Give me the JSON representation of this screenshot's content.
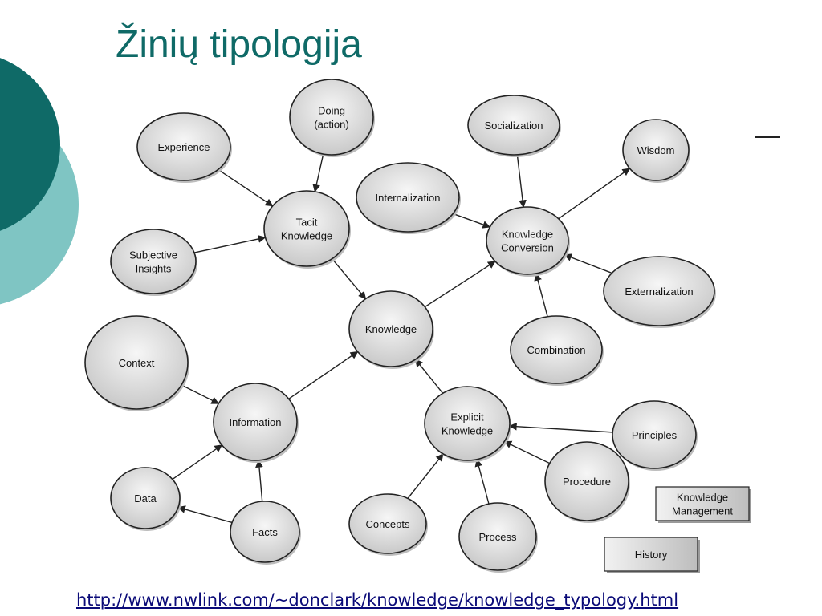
{
  "slide": {
    "title": "Žinių tipologija",
    "link": "http://www.nwlink.com/~donclark/knowledge/knowledge_typology.html"
  },
  "colors": {
    "title": "#0f6a67",
    "deco_dark": "#0f6a67",
    "deco_light": "#7fc5c3",
    "node_fill_center": "#f6f6f6",
    "node_fill_edge": "#c9c9c9"
  },
  "diagram": {
    "nodes": [
      {
        "id": "doing",
        "lines": [
          "Doing",
          "(action)"
        ]
      },
      {
        "id": "experience",
        "lines": [
          "Experience"
        ]
      },
      {
        "id": "tacit",
        "lines": [
          "Tacit",
          "Knowledge"
        ]
      },
      {
        "id": "subjective",
        "lines": [
          "Subjective",
          "Insights"
        ]
      },
      {
        "id": "socialization",
        "lines": [
          "Socialization"
        ]
      },
      {
        "id": "wisdom",
        "lines": [
          "Wisdom"
        ]
      },
      {
        "id": "internalization",
        "lines": [
          "Internalization"
        ]
      },
      {
        "id": "conversion",
        "lines": [
          "Knowledge",
          "Conversion"
        ]
      },
      {
        "id": "externalization",
        "lines": [
          "Externalization"
        ]
      },
      {
        "id": "knowledge",
        "lines": [
          "Knowledge"
        ]
      },
      {
        "id": "combination",
        "lines": [
          "Combination"
        ]
      },
      {
        "id": "context",
        "lines": [
          "Context"
        ]
      },
      {
        "id": "information",
        "lines": [
          "Information"
        ]
      },
      {
        "id": "explicit",
        "lines": [
          "Explicit",
          "Knowledge"
        ]
      },
      {
        "id": "principles",
        "lines": [
          "Principles"
        ]
      },
      {
        "id": "procedure",
        "lines": [
          "Procedure"
        ]
      },
      {
        "id": "data",
        "lines": [
          "Data"
        ]
      },
      {
        "id": "facts",
        "lines": [
          "Facts"
        ]
      },
      {
        "id": "concepts",
        "lines": [
          "Concepts"
        ]
      },
      {
        "id": "process",
        "lines": [
          "Process"
        ]
      }
    ],
    "boxes": [
      {
        "id": "km",
        "lines": [
          "Knowledge",
          "Management"
        ]
      },
      {
        "id": "history",
        "lines": [
          "History"
        ]
      }
    ],
    "edges": [
      {
        "from": "doing",
        "to": "tacit"
      },
      {
        "from": "experience",
        "to": "tacit"
      },
      {
        "from": "subjective",
        "to": "tacit"
      },
      {
        "from": "tacit",
        "to": "knowledge"
      },
      {
        "from": "socialization",
        "to": "conversion"
      },
      {
        "from": "internalization",
        "to": "conversion"
      },
      {
        "from": "conversion",
        "to": "wisdom"
      },
      {
        "from": "externalization",
        "to": "conversion"
      },
      {
        "from": "combination",
        "to": "conversion"
      },
      {
        "from": "knowledge",
        "to": "conversion"
      },
      {
        "from": "context",
        "to": "information"
      },
      {
        "from": "information",
        "to": "knowledge"
      },
      {
        "from": "explicit",
        "to": "knowledge"
      },
      {
        "from": "principles",
        "to": "explicit"
      },
      {
        "from": "procedure",
        "to": "explicit"
      },
      {
        "from": "concepts",
        "to": "explicit"
      },
      {
        "from": "process",
        "to": "explicit"
      },
      {
        "from": "data",
        "to": "information"
      },
      {
        "from": "facts",
        "to": "information"
      },
      {
        "from": "facts",
        "to": "data"
      }
    ]
  }
}
